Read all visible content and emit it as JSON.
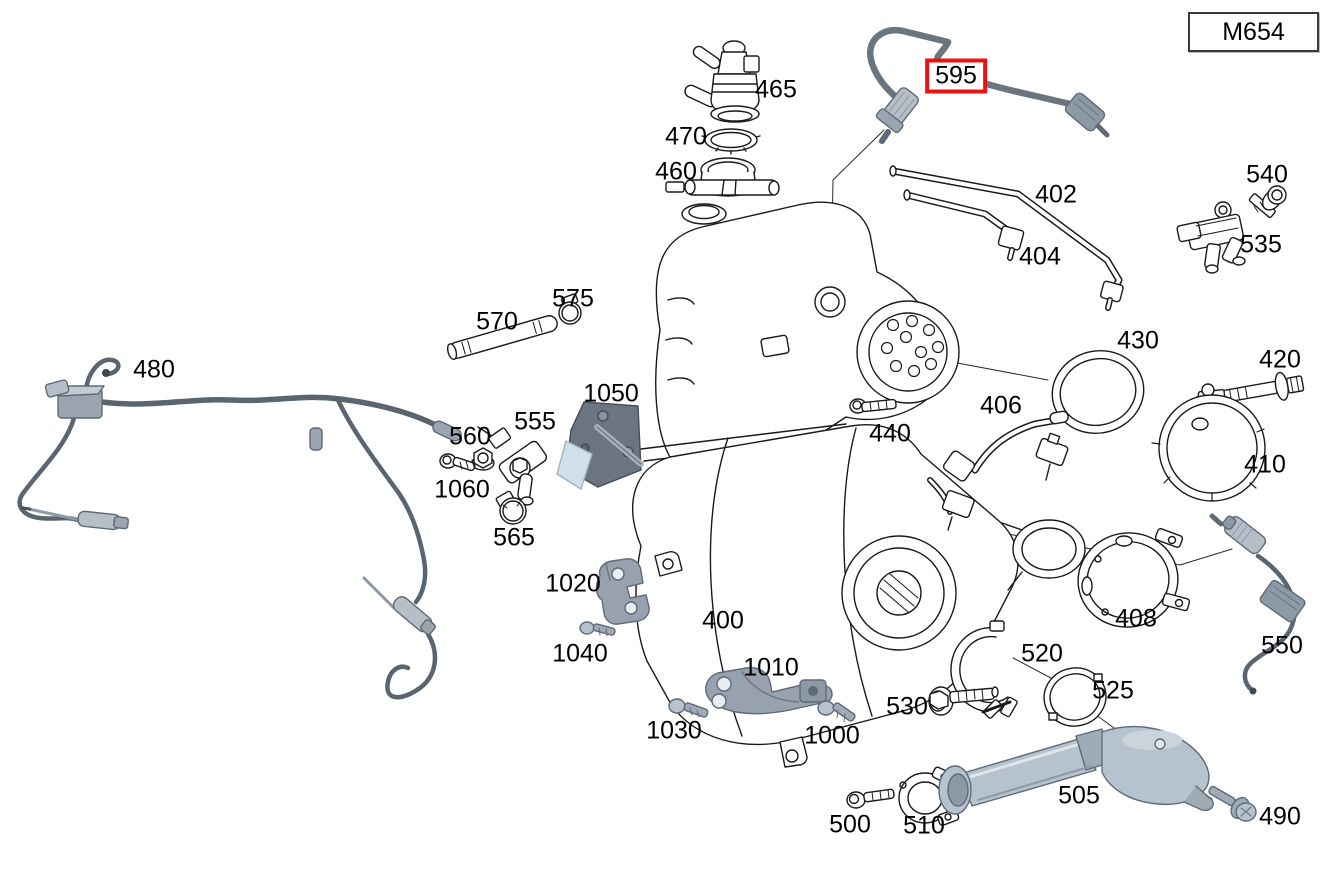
{
  "model_code": "M654",
  "selected_part": "595",
  "colors": {
    "highlight_red": "#ee1111",
    "line_art": "#1a1a1a",
    "leader_line": "#2a2a2a",
    "part_gray": "#97a2ae",
    "part_gray_light": "#b6c2cd",
    "part_gray_dark": "#5f6a76",
    "plate_dark": "#6b7480",
    "plate_tab_blue": "#cfe0eb",
    "background": "#ffffff"
  },
  "parts": {
    "400": "400",
    "402": "402",
    "404": "404",
    "406": "406",
    "408": "408",
    "410": "410",
    "420": "420",
    "430": "430",
    "440": "440",
    "460": "460",
    "465": "465",
    "470": "470",
    "480": "480",
    "490": "490",
    "500": "500",
    "505": "505",
    "510": "510",
    "520": "520",
    "525": "525",
    "530": "530",
    "535": "535",
    "540": "540",
    "550": "550",
    "555": "555",
    "560": "560",
    "565": "565",
    "570": "570",
    "575": "575",
    "595": "595",
    "1000": "1000",
    "1010": "1010",
    "1020": "1020",
    "1030": "1030",
    "1040": "1040",
    "1050": "1050",
    "1060": "1060"
  }
}
